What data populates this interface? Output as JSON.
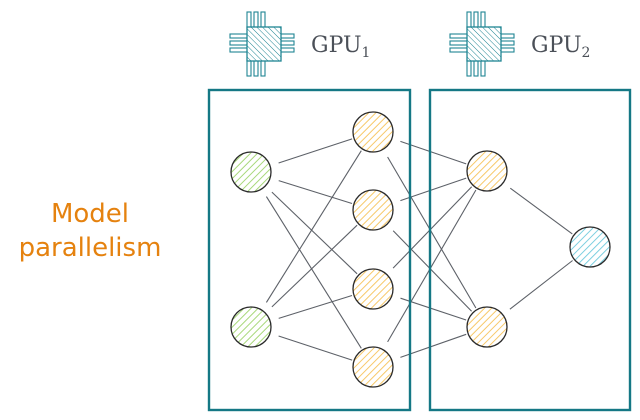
{
  "title": "Model parallelism",
  "side_label": {
    "line1": "Model",
    "line2": "parallelism",
    "color": "#e5820f"
  },
  "devices": [
    {
      "icon": "gpu-chip-icon",
      "label": "GPU",
      "subscript": "1"
    },
    {
      "icon": "gpu-chip-icon",
      "label": "GPU",
      "subscript": "2"
    }
  ],
  "colors": {
    "box": "#157885",
    "chip": "#1f8593",
    "edge": "#5d6168",
    "input_hatch": "#a8d87a",
    "hidden_hatch": "#f7c96a",
    "output_hatch": "#7dcfe0"
  },
  "network": {
    "layers": [
      {
        "name": "input",
        "size": 2,
        "device": 1,
        "hatch": "input_hatch"
      },
      {
        "name": "hidden1",
        "size": 4,
        "device": 1,
        "hatch": "hidden_hatch"
      },
      {
        "name": "hidden2",
        "size": 2,
        "device": 2,
        "hatch": "hidden_hatch"
      },
      {
        "name": "output",
        "size": 1,
        "device": 2,
        "hatch": "output_hatch"
      }
    ],
    "connectivity": "fully-connected between consecutive layers"
  }
}
